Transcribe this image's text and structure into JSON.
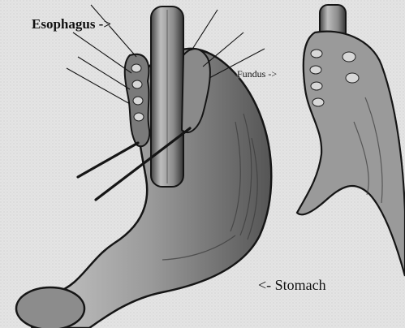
{
  "labels": {
    "esophagus": "Esophagus ->",
    "fundus": "Fundus ->",
    "stomach": "<- Stomach"
  },
  "colors": {
    "background": "#e4e4e4",
    "ink": "#151515",
    "organ_fill": "#9a9a9a",
    "organ_shade": "#6e6e6e",
    "highlight": "#d6d6d6"
  }
}
